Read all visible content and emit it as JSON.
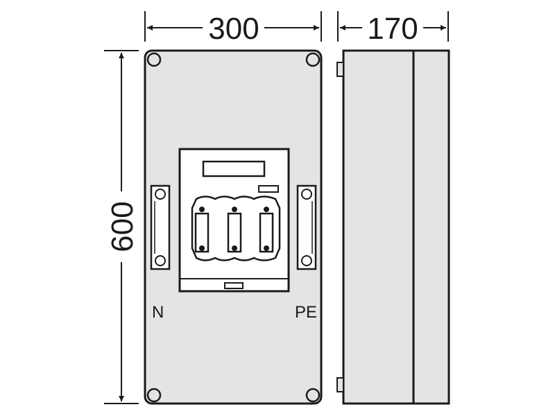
{
  "dimensions": {
    "width": "300",
    "depth": "170",
    "height": "600"
  },
  "labels": {
    "neutral": "N",
    "protective_earth": "PE"
  },
  "colors": {
    "enclosure_fill": "#e4e4e4",
    "line": "#1a1a1a",
    "terminal_band": "#f28a1e",
    "background": "#ffffff"
  }
}
